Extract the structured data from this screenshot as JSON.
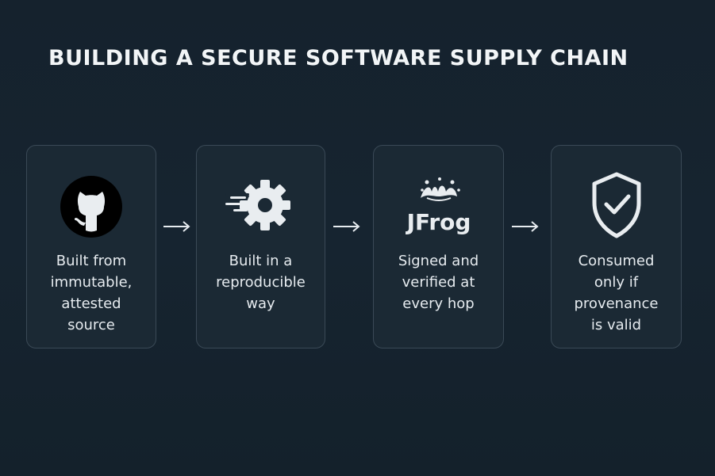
{
  "title": "BUILDING A SECURE SOFTWARE SUPPLY CHAIN",
  "steps": [
    {
      "icon": "github-octocat-icon",
      "label": "Built from\nimmutable,\nattested\nsource"
    },
    {
      "icon": "gear-speed-icon",
      "label": "Built in a\nreproducible\nway"
    },
    {
      "icon": "jfrog-logo",
      "logo_text": "JFrog",
      "label": "Signed and\nverified at\nevery hop"
    },
    {
      "icon": "shield-check-icon",
      "label": "Consumed\nonly if\nprovenance\nis valid"
    }
  ],
  "colors": {
    "background": "#15222d",
    "card_background": "#1b2934",
    "card_border": "#3a4956",
    "text": "#e6ebef",
    "icon": "#e9edf0"
  }
}
